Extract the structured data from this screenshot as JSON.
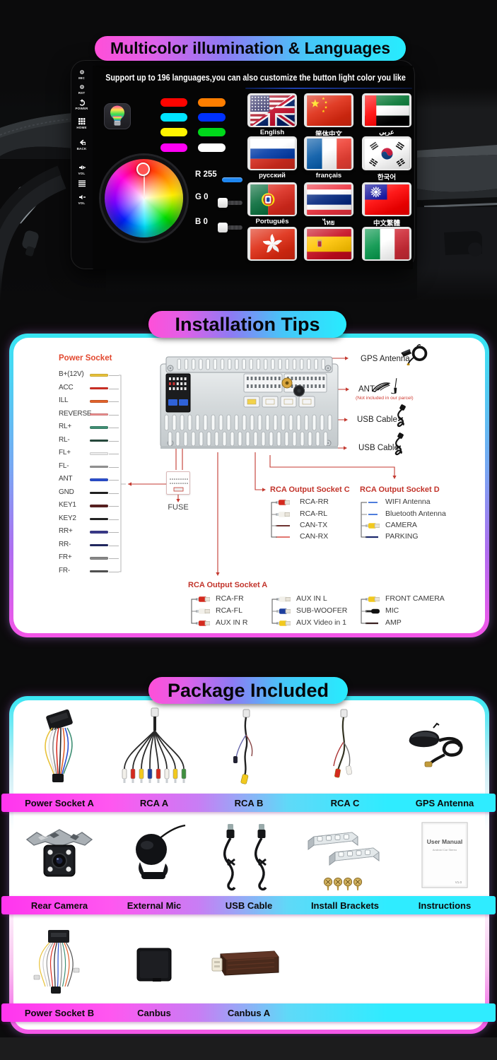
{
  "theme": {
    "accent_pink": "#ff4fd8",
    "accent_cyan": "#27ecfe",
    "diagram_line_red": "#c43a30",
    "group_title_red": "#c2342b",
    "power_socket_red": "#e2482f",
    "slider_blue": "#1e86f0"
  },
  "section1": {
    "title": "Multicolor illumination & Languages",
    "subtitle": "Support up to 196 languages,you can also customize the button light color you like",
    "bezel_buttons": [
      {
        "icon": "mic-dot-icon",
        "label": "MIC"
      },
      {
        "icon": "rst-dot-icon",
        "label": "RST"
      },
      {
        "icon": "power-icon",
        "label": "POWER"
      },
      {
        "icon": "home-grid-icon",
        "label": "HOME"
      },
      {
        "icon": "back-arrow-icon",
        "label": "BACK"
      },
      {
        "icon": "volume-up-icon",
        "label": "VOL"
      },
      {
        "icon": "menu-lines-icon",
        "label": ""
      },
      {
        "icon": "volume-down-icon",
        "label": "VOL"
      }
    ],
    "color_swatches": [
      [
        "#ff0400",
        "#ff7e00"
      ],
      [
        "#00e4ff",
        "#0031ff"
      ],
      [
        "#fff400",
        "#00d91b"
      ],
      [
        "#ff00f4",
        "#ffffff"
      ]
    ],
    "rgb_controls": [
      {
        "label": "R 255",
        "value": 255
      },
      {
        "label": "G 0",
        "value": 0
      },
      {
        "label": "B 0",
        "value": 0
      }
    ],
    "languages": [
      {
        "label": "English",
        "flag": "us-uk"
      },
      {
        "label": "简体中文",
        "flag": "china"
      },
      {
        "label": "عربي",
        "flag": "uae"
      },
      {
        "label": "русский",
        "flag": "russia"
      },
      {
        "label": "français",
        "flag": "france"
      },
      {
        "label": "한국어",
        "flag": "south-korea"
      },
      {
        "label": "Português",
        "flag": "portugal"
      },
      {
        "label": "ไทย",
        "flag": "thailand"
      },
      {
        "label": "中文繁體",
        "flag": "taiwan"
      },
      {
        "label": "",
        "flag": "hong-kong"
      },
      {
        "label": "",
        "flag": "spain"
      },
      {
        "label": "",
        "flag": "italy"
      }
    ]
  },
  "section2": {
    "title": "Installation Tips",
    "power_socket": {
      "title": "Power Socket",
      "wires": [
        {
          "label": "B+(12V)",
          "color": "#e8c23a"
        },
        {
          "label": "ACC",
          "color": "#d93025"
        },
        {
          "label": "ILL",
          "color": "#e2622b"
        },
        {
          "label": "REVERSE",
          "color": "#ef8f8f"
        },
        {
          "label": "RL+",
          "color": "#3f8f74"
        },
        {
          "label": "RL-",
          "color": "#274d40"
        },
        {
          "label": "FL+",
          "color": "#ececec"
        },
        {
          "label": "FL-",
          "color": "#9a9a9a"
        },
        {
          "label": "ANT",
          "color": "#2b4fd0"
        },
        {
          "label": "GND",
          "color": "#222222"
        },
        {
          "label": "KEY1",
          "color": "#5a2020"
        },
        {
          "label": "KEY2",
          "color": "#262626"
        },
        {
          "label": "RR+",
          "color": "#3a3a8c"
        },
        {
          "label": "RR-",
          "color": "#232a66"
        },
        {
          "label": "FR+",
          "color": "#8a8a8a"
        },
        {
          "label": "FR-",
          "color": "#555555"
        }
      ]
    },
    "fuse_label": "FUSE",
    "callouts": [
      {
        "label": "GPS Antenna",
        "icon": "gps-antenna-icon"
      },
      {
        "label": "ANT",
        "note": "(Not included in our parcel)",
        "icon": "ant-icon"
      },
      {
        "label": "USB Cable",
        "icon": "usb-cable-icon"
      },
      {
        "label": "USB Cable",
        "icon": "usb-cable-icon"
      }
    ],
    "groups": [
      {
        "title": "RCA Output Socket C",
        "items": [
          {
            "label": "RCA-RR",
            "icon": "rca-red"
          },
          {
            "label": "RCA-RL",
            "icon": "rca-white"
          },
          {
            "label": "CAN-TX",
            "icon": "wire-darkred"
          },
          {
            "label": "CAN-RX",
            "icon": "wire-red"
          }
        ]
      },
      {
        "title": "RCA Output Socket D",
        "items": [
          {
            "label": "WIFI Antenna",
            "icon": "wire-blue"
          },
          {
            "label": "Bluetooth Antenna",
            "icon": "wire-blue"
          },
          {
            "label": "CAMERA",
            "icon": "rca-yellow"
          },
          {
            "label": "PARKING",
            "icon": "wire-navy"
          }
        ]
      },
      {
        "title": "RCA Output Socket A",
        "items": [
          {
            "label": "RCA-FR",
            "icon": "rca-red"
          },
          {
            "label": "RCA-FL",
            "icon": "rca-white"
          },
          {
            "label": "AUX IN R",
            "icon": "rca-red"
          }
        ]
      },
      {
        "title": "",
        "items": [
          {
            "label": "AUX IN L",
            "icon": "rca-white"
          },
          {
            "label": "SUB-WOOFER",
            "icon": "rca-blue"
          },
          {
            "label": "AUX Video in 1",
            "icon": "rca-yellow"
          }
        ]
      },
      {
        "title": "",
        "items": [
          {
            "label": "FRONT CAMERA",
            "icon": "rca-yellow"
          },
          {
            "label": "MIC",
            "icon": "plug-black"
          },
          {
            "label": "AMP",
            "icon": "wire-dark"
          }
        ]
      }
    ]
  },
  "section3": {
    "title": "Package Included",
    "rows": [
      {
        "items": [
          {
            "label": "Power Socket A",
            "icon": "power-socket-a"
          },
          {
            "label": "RCA  A",
            "icon": "rca-harness-a"
          },
          {
            "label": "RCA  B",
            "icon": "rca-harness-b"
          },
          {
            "label": "RCA  C",
            "icon": "rca-harness-c"
          },
          {
            "label": "GPS Antenna",
            "icon": "gps-antenna-item"
          }
        ]
      },
      {
        "items": [
          {
            "label": "Rear Camera",
            "icon": "rear-camera"
          },
          {
            "label": "External Mic",
            "icon": "external-mic"
          },
          {
            "label": "USB Cable",
            "icon": "usb-cables"
          },
          {
            "label": "Install Brackets",
            "icon": "install-brackets"
          },
          {
            "label": "Instructions",
            "icon": "instructions-booklet"
          }
        ]
      },
      {
        "items": [
          {
            "label": "Power Socket B",
            "icon": "power-socket-b"
          },
          {
            "label": "Canbus",
            "icon": "canbus-box"
          },
          {
            "label": "Canbus A",
            "icon": "canbus-a-box"
          }
        ]
      }
    ],
    "manual": {
      "title": "User Manual",
      "subtitle": "Android Car Stereo",
      "version": "V1.0"
    }
  }
}
